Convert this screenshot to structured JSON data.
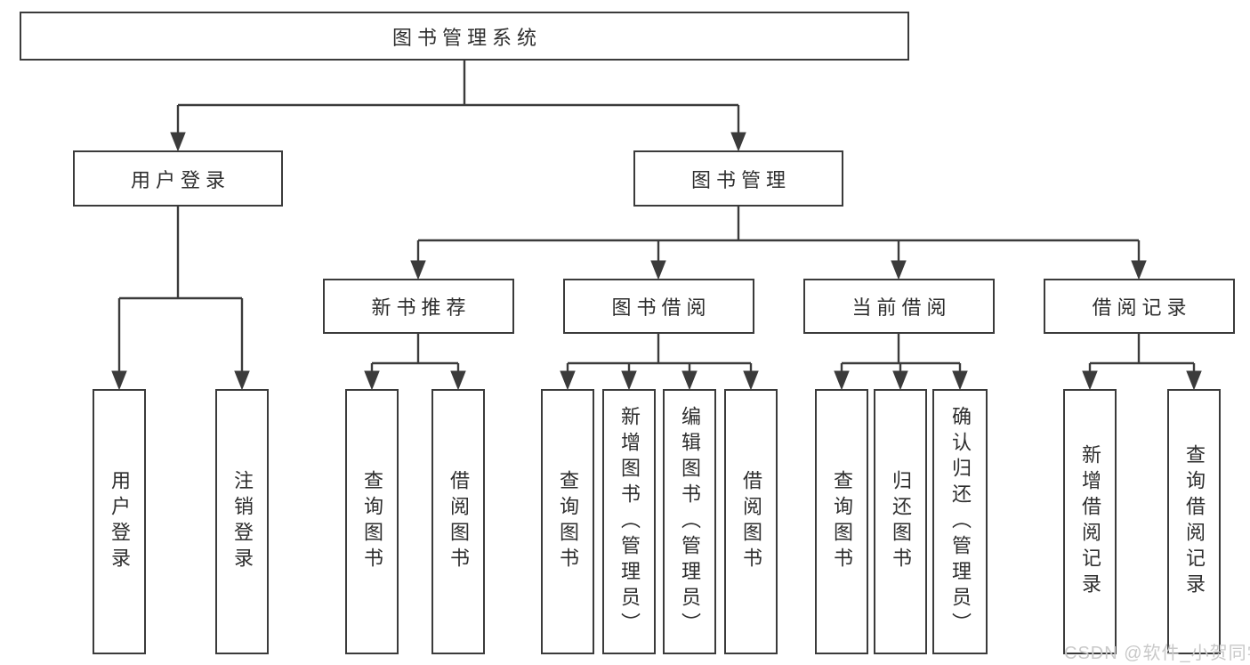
{
  "tree": {
    "root": "图书管理系统",
    "children": [
      {
        "label": "用户登录",
        "children": [
          "用户登录",
          "注销登录"
        ]
      },
      {
        "label": "图书管理",
        "children": [
          {
            "label": "新书推荐",
            "children": [
              "查询图书",
              "借阅图书"
            ]
          },
          {
            "label": "图书借阅",
            "children": [
              "查询图书",
              "新增图书（管理员）",
              "编辑图书（管理员）",
              "借阅图书"
            ]
          },
          {
            "label": "当前借阅",
            "children": [
              "查询图书",
              "归还图书",
              "确认归还（管理员）"
            ]
          },
          {
            "label": "借阅记录",
            "children": [
              "新增借阅记录",
              "查询借阅记录"
            ]
          }
        ]
      }
    ]
  },
  "watermark": {
    "text": "CSDN @软件_小贺同学"
  },
  "colors": {
    "line": "#3b3b3b",
    "text": "#2e2e2e",
    "background": "#ffffff",
    "watermark": "#c9c9c9"
  }
}
